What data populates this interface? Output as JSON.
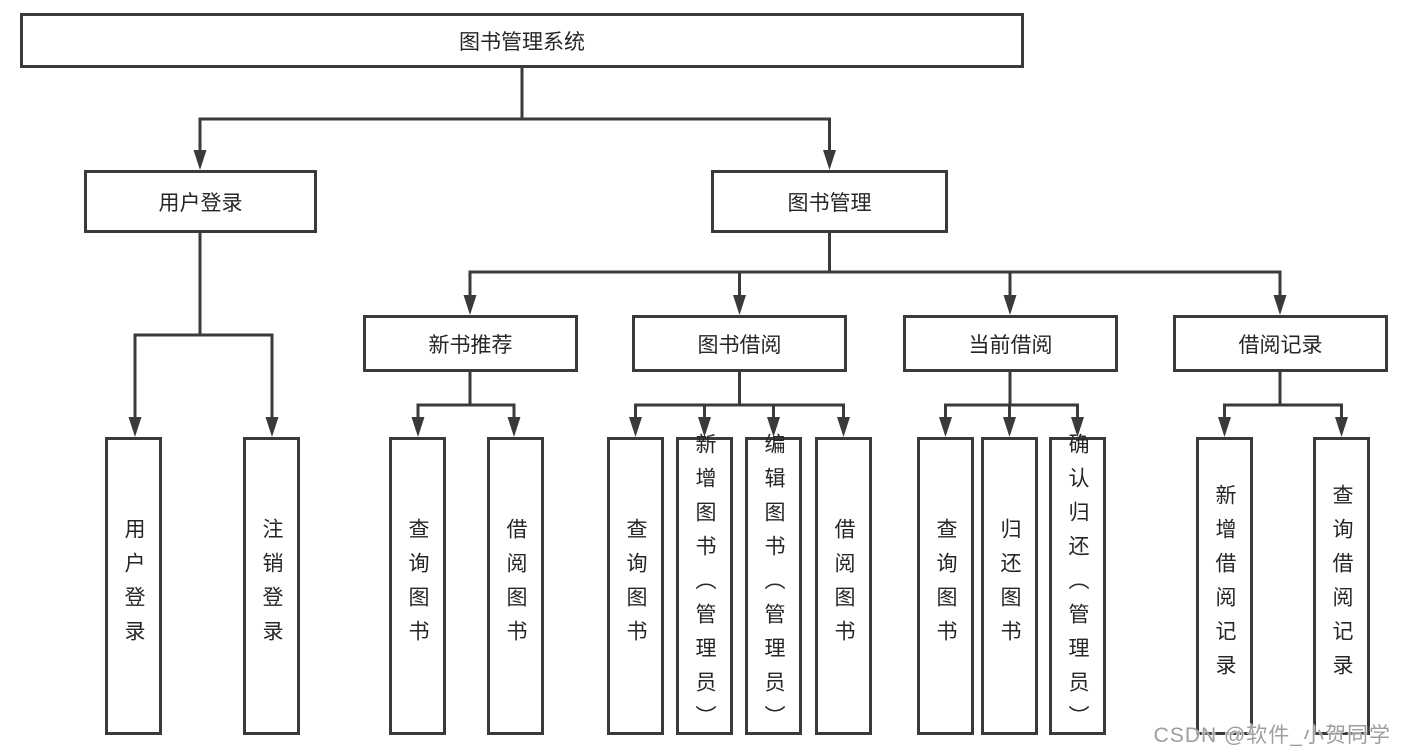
{
  "colors": {
    "line": "#3a3a3a",
    "box_border": "#3a3a3a",
    "box_fill": "#ffffff",
    "text": "#262626",
    "watermark": "#9e9e9e",
    "background": "#ffffff"
  },
  "watermark": {
    "text": "CSDN @软件_小贺同学"
  },
  "tree": {
    "root": {
      "label": "图书管理系统",
      "children": [
        {
          "label": "用户登录",
          "children": [
            {
              "label": "用户登录"
            },
            {
              "label": "注销登录"
            }
          ]
        },
        {
          "label": "图书管理",
          "children": [
            {
              "label": "新书推荐",
              "children": [
                {
                  "label": "查询图书"
                },
                {
                  "label": "借阅图书"
                }
              ]
            },
            {
              "label": "图书借阅",
              "children": [
                {
                  "label": "查询图书"
                },
                {
                  "label": "新增图书（管理员）"
                },
                {
                  "label": "编辑图书（管理员）"
                },
                {
                  "label": "借阅图书"
                }
              ]
            },
            {
              "label": "当前借阅",
              "children": [
                {
                  "label": "查询图书"
                },
                {
                  "label": "归还图书"
                },
                {
                  "label": "确认归还（管理员）"
                }
              ]
            },
            {
              "label": "借阅记录",
              "children": [
                {
                  "label": "新增借阅记录"
                },
                {
                  "label": "查询借阅记录"
                }
              ]
            }
          ]
        }
      ]
    }
  }
}
